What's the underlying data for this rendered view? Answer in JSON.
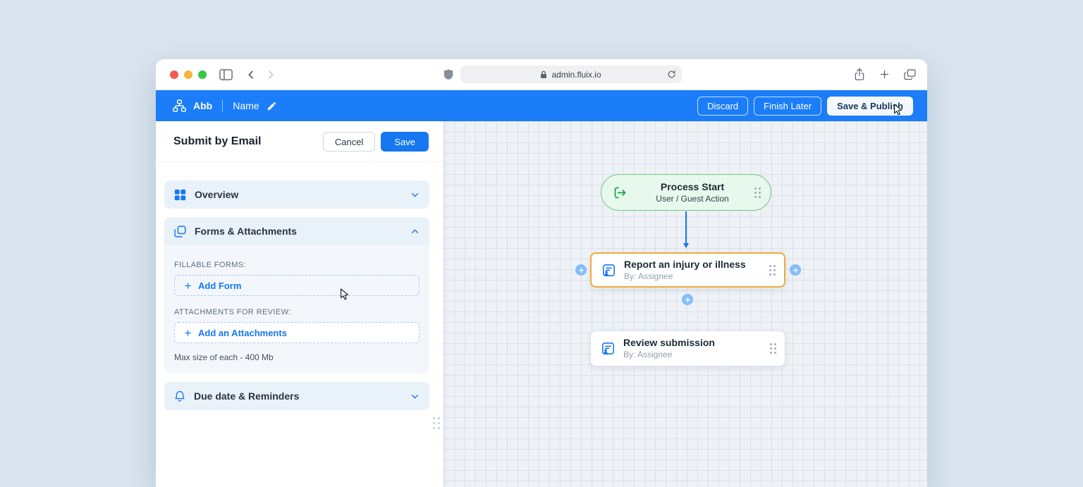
{
  "browser": {
    "url": "admin.fluix.io"
  },
  "topbar": {
    "workflow_abbr": "Abb",
    "workflow_name": "Name",
    "discard_label": "Discard",
    "finish_later_label": "Finish Later",
    "save_publish_label": "Save & Publish"
  },
  "panel": {
    "title": "Submit by Email",
    "cancel_label": "Cancel",
    "save_label": "Save",
    "sections": {
      "overview": {
        "label": "Overview",
        "state": "collapsed"
      },
      "forms": {
        "label": "Forms & Attachments",
        "state": "expanded",
        "fillable_forms_label": "FILLABLE FORMS:",
        "add_form_label": "Add Form",
        "attachments_label": "ATTACHMENTS FOR REVIEW:",
        "add_attachment_label": "Add an Attachments",
        "max_size_note": "Max size of each - 400 Mb"
      },
      "due_date": {
        "label": "Due date & Reminders",
        "state": "collapsed"
      }
    }
  },
  "canvas": {
    "nodes": [
      {
        "id": "process-start",
        "title": "Process Start",
        "subtitle": "User / Guest Action"
      },
      {
        "id": "report-injury",
        "title": "Report an injury or illness",
        "subtitle": "By: Assignee",
        "selected": true
      },
      {
        "id": "review-submission",
        "title": "Review submission",
        "subtitle": "By: Assignee"
      }
    ]
  },
  "colors": {
    "accent_blue": "#1677f0",
    "topbar_blue": "#1b7df8",
    "selected_border_orange": "#f2a93b",
    "start_node_green": "#6fc98a",
    "start_node_bg": "#e7f8ec",
    "page_bg": "#d9e4ef"
  }
}
